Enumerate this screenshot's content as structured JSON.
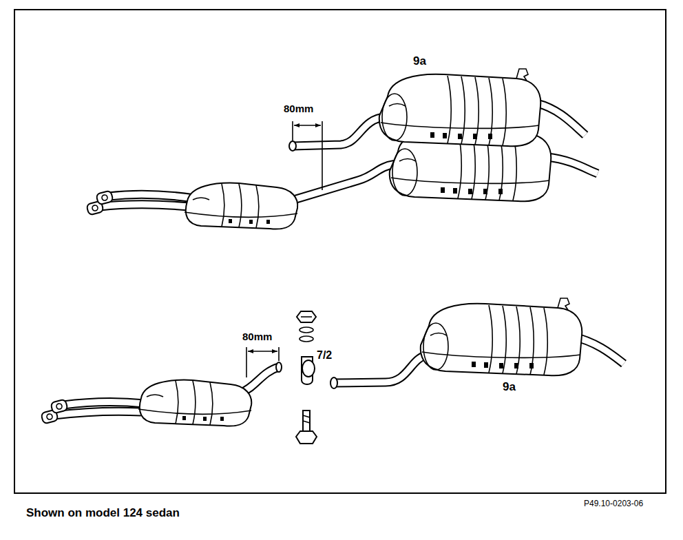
{
  "diagram": {
    "caption": "Shown on model 124 sedan",
    "labels": [
      "9a",
      "80mm",
      "80mm",
      "7/2",
      "9a",
      "P49.10-0203-06"
    ]
  }
}
